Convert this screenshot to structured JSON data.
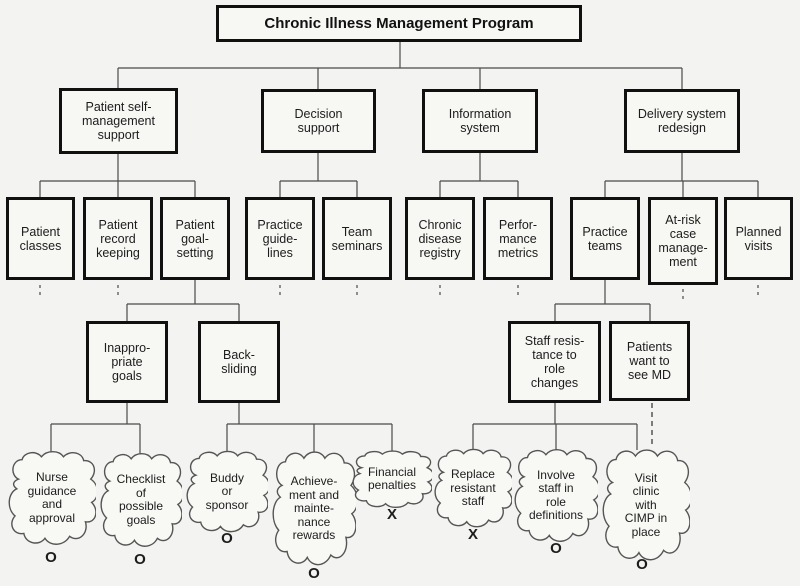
{
  "title": "Chronic Illness Management Program",
  "colors": {
    "background": "#f3f3f1",
    "box_border": "#101010",
    "line": "#4a4a4a",
    "text": "#1c1c1c"
  },
  "level2": [
    {
      "label": "Patient self-\nmanagement\nsupport"
    },
    {
      "label": "Decision\nsupport"
    },
    {
      "label": "Information\nsystem"
    },
    {
      "label": "Delivery system\nredesign"
    }
  ],
  "level3": [
    {
      "label": "Patient\nclasses"
    },
    {
      "label": "Patient\nrecord\nkeeping"
    },
    {
      "label": "Patient\ngoal-\nsetting"
    },
    {
      "label": "Practice\nguide-\nlines"
    },
    {
      "label": "Team\nseminars"
    },
    {
      "label": "Chronic\ndisease\nregistry"
    },
    {
      "label": "Perfor-\nmance\nmetrics"
    },
    {
      "label": "Practice\nteams"
    },
    {
      "label": "At-risk\ncase\nmanage-\nment"
    },
    {
      "label": "Planned\nvisits"
    }
  ],
  "level4": [
    {
      "label": "Inappro-\npriate\ngoals"
    },
    {
      "label": "Back-\nsliding"
    },
    {
      "label": "Staff resis-\ntance to\nrole\nchanges"
    },
    {
      "label": "Patients\nwant to\nsee MD"
    }
  ],
  "clouds": [
    {
      "label": "Nurse\nguidance\nand\napproval",
      "marker": "O"
    },
    {
      "label": "Checklist\nof\npossible\ngoals",
      "marker": "O"
    },
    {
      "label": "Buddy\nor\nsponsor",
      "marker": "O"
    },
    {
      "label": "Achieve-\nment and\nmainte-\nnance\nrewards",
      "marker": "O"
    },
    {
      "label": "Financial\npenalties",
      "marker": "X"
    },
    {
      "label": "Replace\nresistant\nstaff",
      "marker": "X"
    },
    {
      "label": "Involve\nstaff in\nrole\ndefinitions",
      "marker": "O"
    },
    {
      "label": "Visit\nclinic\nwith\nCIMP in\nplace",
      "marker": "O"
    }
  ]
}
